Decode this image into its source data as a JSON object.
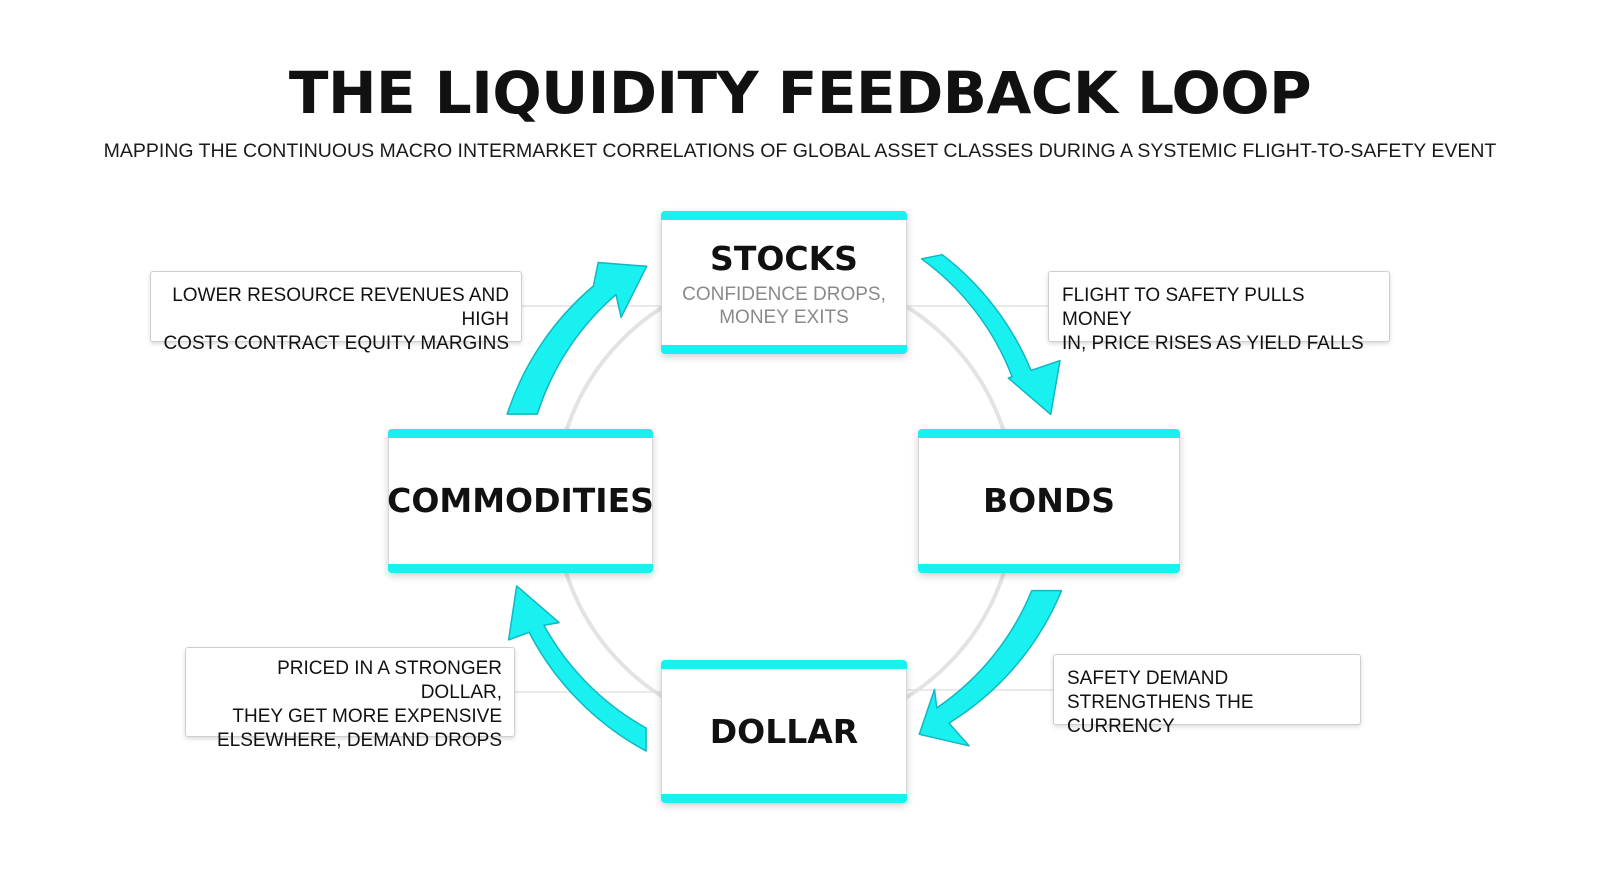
{
  "title": "THE LIQUIDITY FEEDBACK LOOP",
  "subtitle": "MAPPING THE CONTINUOUS MACRO INTERMARKET CORRELATIONS OF GLOBAL ASSET CLASSES DURING A SYSTEMIC FLIGHT-TO-SAFETY EVENT",
  "colors": {
    "accent": "#19f0f0",
    "ring": "#e3e3e3",
    "text": "#111111",
    "muted_text": "#8a8a8a"
  },
  "nodes": {
    "stocks": {
      "label": "STOCKS",
      "subtext": "CONFIDENCE DROPS,\nMONEY EXITS"
    },
    "bonds": {
      "label": "BONDS"
    },
    "dollar": {
      "label": "DOLLAR"
    },
    "commodities": {
      "label": "COMMODITIES"
    }
  },
  "callouts": {
    "stocks_to_bonds": "FLIGHT TO SAFETY PULLS MONEY\nIN, PRICE RISES AS YIELD FALLS",
    "bonds_to_dollar": "SAFETY DEMAND\nSTRENGTHENS THE CURRENCY",
    "dollar_to_commodities": "PRICED IN A STRONGER DOLLAR,\nTHEY GET MORE EXPENSIVE\nELSEWHERE, DEMAND DROPS",
    "commodities_to_stocks": "LOWER RESOURCE REVENUES AND HIGH\nCOSTS CONTRACT EQUITY MARGINS"
  },
  "arrows": [
    "stocks-to-bonds",
    "bonds-to-dollar",
    "dollar-to-commodities",
    "commodities-to-stocks"
  ]
}
